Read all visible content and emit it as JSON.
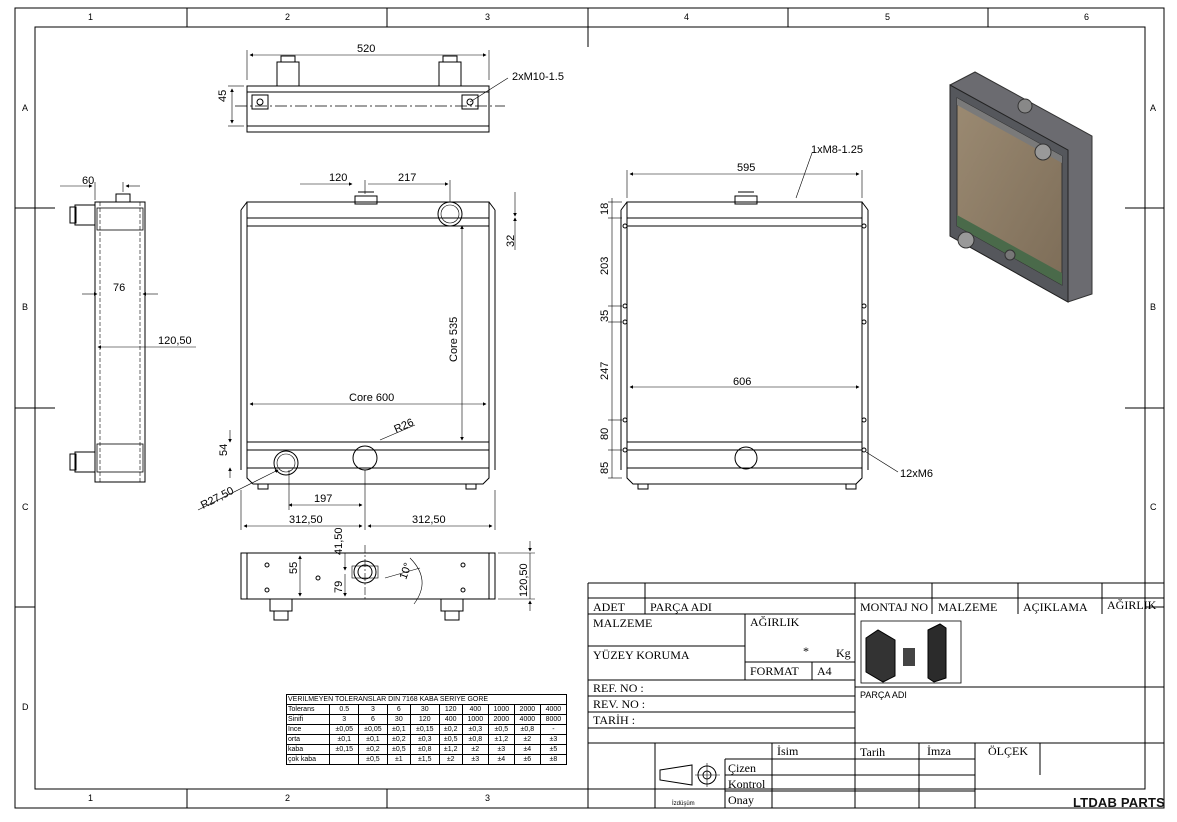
{
  "zones": {
    "top": [
      "1",
      "2",
      "3",
      "4",
      "5",
      "6"
    ],
    "bottom": [
      "1",
      "2",
      "3"
    ],
    "side": [
      "A",
      "B",
      "C",
      "D"
    ]
  },
  "dimensions": {
    "top_width": "520",
    "top_height": "45",
    "top_thread": "2xM10-1.5",
    "side_depth": "60",
    "side_core": "76",
    "side_overall": "120,50",
    "front_off1": "120",
    "front_off2": "217",
    "front_top": "32",
    "front_core_h": "Core 535",
    "front_core_w": "Core 600",
    "front_radius": "R26",
    "front_bottom": "54",
    "front_r2": "R27,50",
    "front_197": "197",
    "front_half_l": "312,50",
    "front_half_r": "312,50",
    "bottom_41": "41,50",
    "bottom_55": "55",
    "bottom_79": "79",
    "bottom_angle": "10°",
    "bottom_depth": "120,50",
    "rear_width": "595",
    "rear_thread": "1xM8-1.25",
    "rear_inner": "606",
    "rear_thread2": "12xM6",
    "rear_v": [
      "18",
      "203",
      "35",
      "247",
      "80",
      "85"
    ]
  },
  "tolerance": {
    "title": "VERILMEYEN TOLERANSLAR DIN 7168 KABA SERIYE GORE",
    "head1": [
      "Tolerans",
      "0.5",
      "3",
      "6",
      "30",
      "120",
      "400",
      "1000",
      "2000",
      "4000"
    ],
    "head2": [
      "Sinifi",
      "3",
      "6",
      "30",
      "120",
      "400",
      "1000",
      "2000",
      "4000",
      "8000"
    ],
    "rows": [
      [
        "Ince",
        "±0,05",
        "±0,05",
        "±0,1",
        "±0,15",
        "±0,2",
        "±0,3",
        "±0,5",
        "±0,8",
        "-"
      ],
      [
        "orta",
        "±0,1",
        "±0,1",
        "±0,2",
        "±0,3",
        "±0,5",
        "±0,8",
        "±1,2",
        "±2",
        "±3"
      ],
      [
        "kaba",
        "±0,15",
        "±0,2",
        "±0,5",
        "±0,8",
        "±1,2",
        "±2",
        "±3",
        "±4",
        "±5"
      ],
      [
        "çok kaba",
        "",
        "±0,5",
        "±1",
        "±1,5",
        "±2",
        "±3",
        "±4",
        "±6",
        "±8"
      ]
    ]
  },
  "title_block": {
    "adet": "ADET",
    "parca_adi": "PARÇA ADI",
    "montaj_no": "MONTAJ NO",
    "malzeme_h": "MALZEME",
    "aciklama": "AÇIKLAMA",
    "agirlik_h": "AĞIRLIK",
    "malzeme": "MALZEME",
    "agirlik": "AĞIRLIK",
    "weight_val": "*",
    "kg": "Kg",
    "yuzey": "YÜZEY KORUMA",
    "format": "FORMAT",
    "format_val": "A4",
    "ref_no": "REF. NO :",
    "rev_no": "REV. NO :",
    "tarih": "TARİH :",
    "parca_adi2": "PARÇA ADI",
    "isim": "İsim",
    "tarih2": "Tarih",
    "imza": "İmza",
    "olcek": "ÖLÇEK",
    "cizen": "Çizen",
    "kontrol": "Kontrol",
    "onay": "Onay",
    "izdusum": "İzdüşüm"
  },
  "brand": "LTDAB PARTS"
}
